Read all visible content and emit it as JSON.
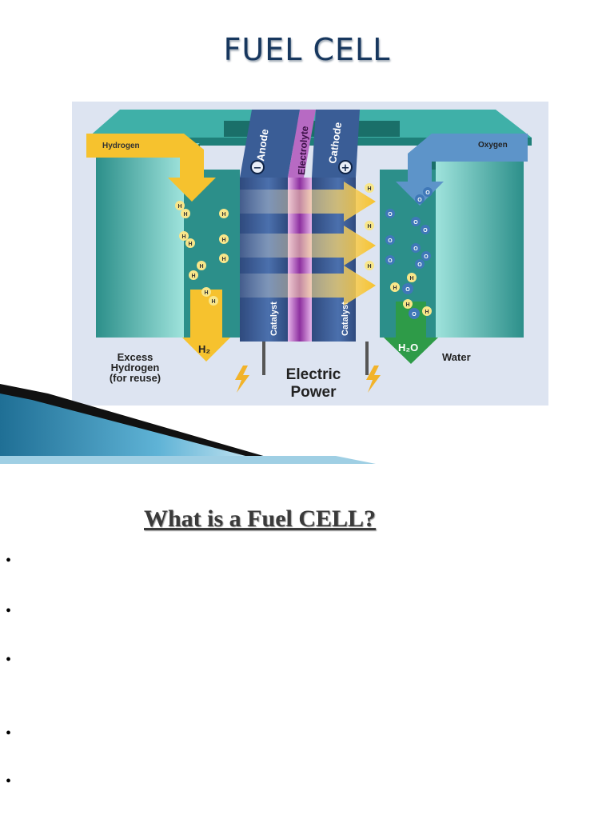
{
  "title": "FUEL CELL",
  "diagram": {
    "labels": {
      "hydrogen": "Hydrogen",
      "oxygen": "Oxygen",
      "anode": "Anode",
      "electrolyte": "Electrolyte",
      "cathode": "Cathode",
      "anode_sign": "−",
      "cathode_sign": "+",
      "catalyst_left": "Catalyst",
      "catalyst_right": "Catalyst",
      "excess_hydrogen_1": "Excess",
      "excess_hydrogen_2": "Hydrogen",
      "excess_hydrogen_3": "(for reuse)",
      "h2": "H₂",
      "h2o": "H₂O",
      "water": "Water",
      "electric": "Electric",
      "power": "Power",
      "h_atom": "H",
      "o_atom": "O"
    },
    "colors": {
      "frame": "#2a9a93",
      "frame_light": "#6ccfc6",
      "anode_blue": "#2f4a7e",
      "electrolyte_purple": "#8a3aa0",
      "hydrogen_arrow": "#f5c433",
      "water_arrow": "#2e9b48",
      "oxygen_arrow": "#3f78b8",
      "background": "#dde4f1"
    }
  },
  "section_heading": "What is a Fuel CELL?",
  "bullets": [
    {
      "symbol": "•"
    },
    {
      "symbol": "•"
    },
    {
      "symbol": "•"
    },
    {
      "symbol": "•"
    },
    {
      "symbol": "•"
    }
  ]
}
